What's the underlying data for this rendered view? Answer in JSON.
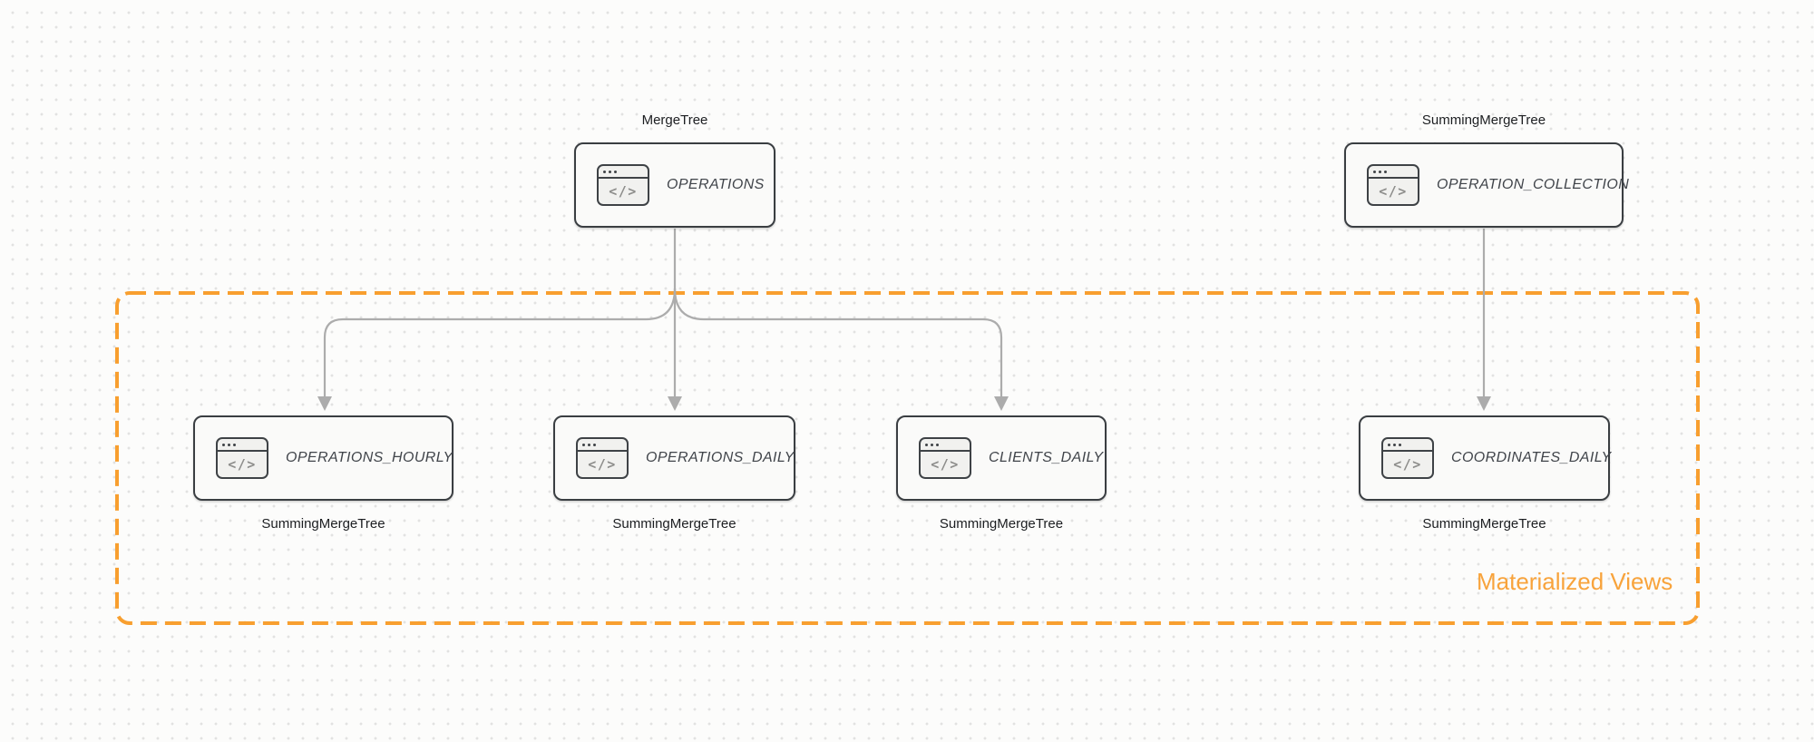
{
  "diagram": {
    "materialized_views_label": "Materialized Views",
    "icon_glyph": "</>",
    "nodes": [
      {
        "id": "operations",
        "title": "OPERATIONS",
        "engine": "MergeTree"
      },
      {
        "id": "operation-collection",
        "title": "OPERATION_COLLECTION",
        "engine": "SummingMergeTree"
      },
      {
        "id": "operations-hourly",
        "title": "OPERATIONS_HOURLY",
        "engine": "SummingMergeTree"
      },
      {
        "id": "operations-daily",
        "title": "OPERATIONS_DAILY",
        "engine": "SummingMergeTree"
      },
      {
        "id": "clients-daily",
        "title": "CLIENTS_DAILY",
        "engine": "SummingMergeTree"
      },
      {
        "id": "coordinates-daily",
        "title": "COORDINATES_DAILY",
        "engine": "SummingMergeTree"
      }
    ],
    "colors": {
      "accent_orange_border": "#F89F2F",
      "accent_orange_text": "#F8A33B",
      "node_border": "#3A3E42",
      "node_fill": "#FAFAF9",
      "arrow_gray": "#ACACAC"
    }
  }
}
